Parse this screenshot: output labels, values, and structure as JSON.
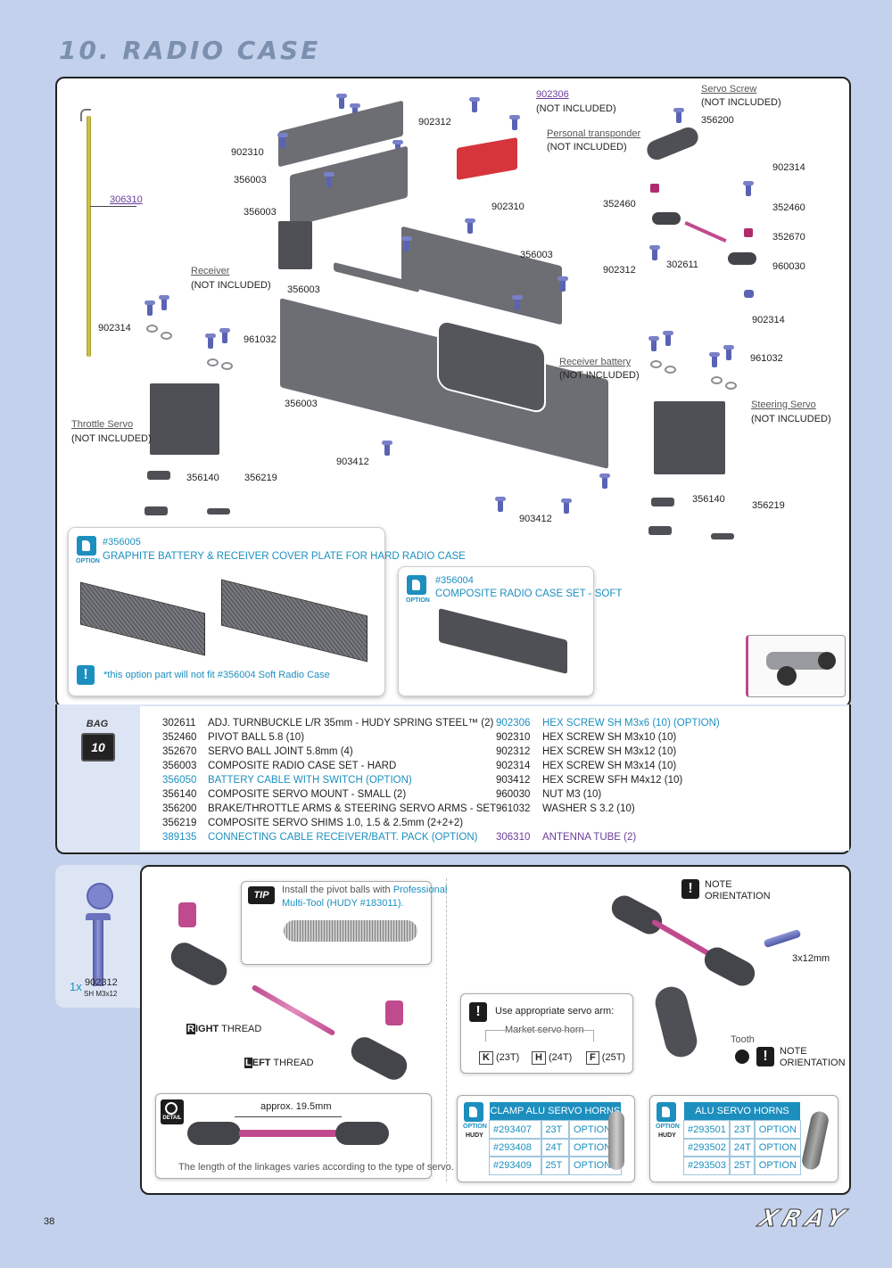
{
  "page_title": "10. RADIO CASE",
  "diagram_labels": {
    "a306310": "306310",
    "a902306": "902306",
    "a902306_note": "(NOT INCLUDED)",
    "a902312_top": "902312",
    "personal_transponder": "Personal transponder",
    "personal_transponder_note": "(NOT INCLUDED)",
    "servo_screw": "Servo Screw",
    "servo_screw_note": "(NOT INCLUDED)",
    "a356200": "356200",
    "a902310_a": "902310",
    "a356003_a": "356003",
    "a356003_b": "356003",
    "a902314_a": "902314",
    "a352460_a": "352460",
    "a352460_b": "352460",
    "a902310_b": "902310",
    "a352670": "352670",
    "a356003_c": "356003",
    "receiver": "Receiver",
    "receiver_note": "(NOT INCLUDED)",
    "a356003_d": "356003",
    "a902312_mid": "902312",
    "a302611": "302611",
    "a960030": "960030",
    "a902314_b": "902314",
    "a961032_a": "961032",
    "a902314_c": "902314",
    "receiver_battery": "Receiver battery",
    "receiver_battery_note": "(NOT INCLUDED)",
    "a961032_b": "961032",
    "a356003_e": "356003",
    "steering_servo": "Steering Servo",
    "steering_servo_note": "(NOT INCLUDED)",
    "throttle_servo": "Throttle Servo",
    "throttle_servo_note": "(NOT INCLUDED)",
    "a903412_a": "903412",
    "a356140_a": "356140",
    "a356219_a": "356219",
    "a903412_b": "903412",
    "a356140_b": "356140",
    "a356219_b": "356219"
  },
  "option1": {
    "word": "OPTION",
    "number": "#356005",
    "name": "GRAPHITE BATTERY & RECEIVER COVER PLATE FOR HARD RADIO CASE",
    "warning": "*this option part will not fit #356004 Soft Radio Case"
  },
  "option2": {
    "word": "OPTION",
    "number": "#356004",
    "name": "COMPOSITE RADIO CASE SET - SOFT"
  },
  "bag": {
    "label": "BAG",
    "number": "10"
  },
  "parts_left": [
    {
      "code": "302611",
      "desc": "ADJ. TURNBUCKLE L/R 35mm  - HUDY SPRING STEEL™ (2)",
      "color": "normal"
    },
    {
      "code": "352460",
      "desc": "PIVOT BALL 5.8 (10)",
      "color": "normal"
    },
    {
      "code": "352670",
      "desc": "SERVO BALL JOINT  5.8mm (4)",
      "color": "normal"
    },
    {
      "code": "356003",
      "desc": "COMPOSITE RADIO CASE SET - HARD",
      "color": "normal"
    },
    {
      "code": "356050",
      "desc": "BATTERY CABLE WITH SWITCH (OPTION)",
      "color": "blue"
    },
    {
      "code": "356140",
      "desc": "COMPOSITE SERVO MOUNT - SMALL (2)",
      "color": "normal"
    },
    {
      "code": "356200",
      "desc": "BRAKE/THROTTLE ARMS & STEERING SERVO ARMS - SET",
      "color": "normal"
    },
    {
      "code": "356219",
      "desc": "COMPOSITE SERVO SHIMS 1.0, 1.5 & 2.5mm (2+2+2)",
      "color": "normal"
    },
    {
      "code": "389135",
      "desc": "CONNECTING CABLE  RECEIVER/BATT. PACK (OPTION)",
      "color": "blue"
    }
  ],
  "parts_right": [
    {
      "code": "902306",
      "desc": "HEX SCREW  SH M3x6  (10) (OPTION)",
      "color": "blue"
    },
    {
      "code": "902310",
      "desc": "HEX SCREW  SH M3x10  (10)",
      "color": "normal"
    },
    {
      "code": "902312",
      "desc": "HEX SCREW  SH M3x12  (10)",
      "color": "normal"
    },
    {
      "code": "902314",
      "desc": "HEX SCREW  SH M3x14  (10)",
      "color": "normal"
    },
    {
      "code": "903412",
      "desc": "HEX SCREW  SFH M4x12  (10)",
      "color": "normal"
    },
    {
      "code": "960030",
      "desc": "NUT M3  (10)",
      "color": "normal"
    },
    {
      "code": "961032",
      "desc": "WASHER S 3.2 (10)",
      "color": "normal"
    },
    {
      "code": "",
      "desc": "",
      "color": "normal"
    },
    {
      "code": "306310",
      "desc": "ANTENNA TUBE (2)",
      "color": "purple"
    }
  ],
  "screw_side": {
    "qty": "1x",
    "code": "902312",
    "spec": "SH M3x12"
  },
  "tip": {
    "badge": "TIP",
    "text_line1": "Install the pivot balls with",
    "text_line1_highlight": "Professional",
    "text_line2": "Multi-Tool (HUDY #183011)."
  },
  "thread": {
    "right_initial": "R",
    "right_rest": "IGHT",
    "right_word": "THREAD",
    "left_initial": "L",
    "left_rest": "EFT",
    "left_word": "THREAD"
  },
  "detail": {
    "badge": "DETAIL",
    "approx": "approx. 19.5mm",
    "note": "The length of the linkages varies according to the type of servo."
  },
  "note_top": {
    "line1": "NOTE",
    "line2": "ORIENTATION"
  },
  "screw_size": "3x12mm",
  "servo_arm_box": {
    "title": "Use appropriate servo arm:",
    "sub": "Market servo horn",
    "k_key": "K",
    "k_val": "(23T)",
    "h_key": "H",
    "h_val": "(24T)",
    "f_key": "F",
    "f_val": "(25T)"
  },
  "tooth_label": "Tooth",
  "note_bottom": {
    "line1": "NOTE",
    "line2": "ORIENTATION"
  },
  "clamp_horns": {
    "header": "CLAMP ALU SERVO HORNS",
    "option_word": "OPTION",
    "brand": "HUDY",
    "rows": [
      {
        "code": "#293407",
        "teeth": "23T",
        "opt": "OPTION"
      },
      {
        "code": "#293408",
        "teeth": "24T",
        "opt": "OPTION"
      },
      {
        "code": "#293409",
        "teeth": "25T",
        "opt": "OPTION"
      }
    ]
  },
  "alu_horns": {
    "header": "ALU SERVO HORNS",
    "option_word": "OPTION",
    "brand": "HUDY",
    "rows": [
      {
        "code": "#293501",
        "teeth": "23T",
        "opt": "OPTION"
      },
      {
        "code": "#293502",
        "teeth": "24T",
        "opt": "OPTION"
      },
      {
        "code": "#293503",
        "teeth": "25T",
        "opt": "OPTION"
      }
    ]
  },
  "page_number": "38",
  "brand_logo": "XRAY",
  "colors": {
    "accent_blue": "#1c8fbf",
    "purple": "#6b3d9a",
    "pink": "#c04a8e",
    "background": "#c3d1ec"
  }
}
